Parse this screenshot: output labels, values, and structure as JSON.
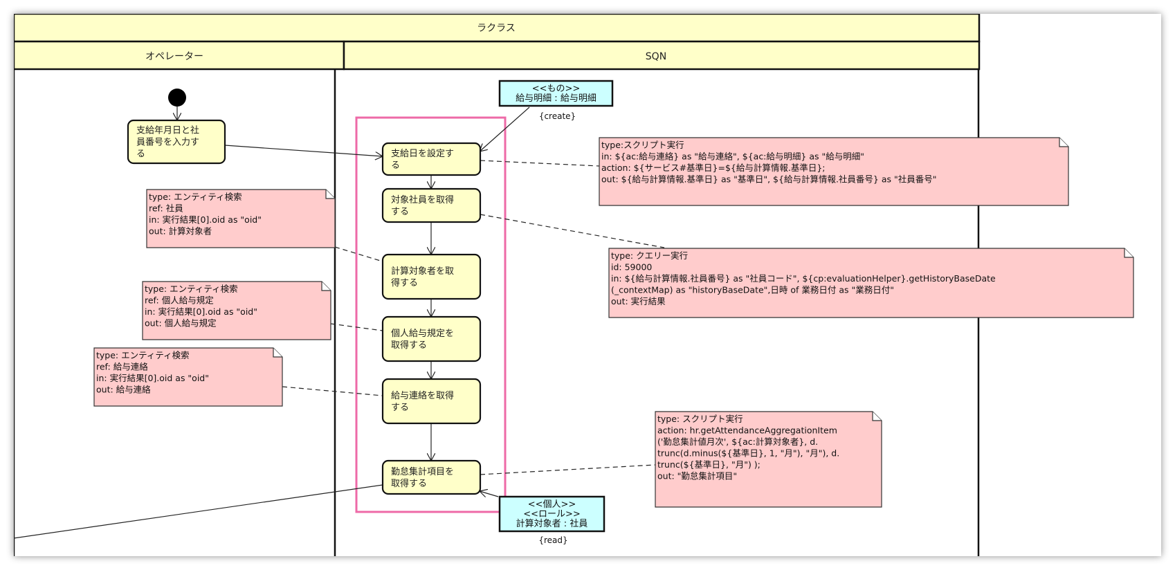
{
  "diagram": {
    "pool_title": "ラクラス",
    "lanes": [
      {
        "name": "オペレーター"
      },
      {
        "name": "SQN"
      }
    ],
    "colors": {
      "lane_header": "#ffffc9",
      "action_fill": "#ffffc9",
      "note_fill": "#ffcccc",
      "object_fill": "#ccffff",
      "highlight": "#ee6aa7"
    },
    "actions": [
      {
        "id": "input",
        "lines": [
          "支給年月日と社",
          "員番号を入力す",
          "る"
        ]
      },
      {
        "id": "set-payday",
        "lines": [
          "支給日を設定す",
          "る"
        ]
      },
      {
        "id": "get-employee",
        "lines": [
          "対象社員を取得",
          "する"
        ]
      },
      {
        "id": "get-target",
        "lines": [
          "計算対象者を取",
          "得する"
        ]
      },
      {
        "id": "get-rule",
        "lines": [
          "個人給与規定を",
          "取得する"
        ]
      },
      {
        "id": "get-contact",
        "lines": [
          "給与連絡を取得",
          "する"
        ]
      },
      {
        "id": "get-attendance",
        "lines": [
          "勤怠集計項目を",
          "取得する"
        ]
      }
    ],
    "objects": [
      {
        "id": "payslip",
        "lines": [
          "<<もの>>",
          "給与明細 : 給与明細"
        ],
        "constraint": "{create}"
      },
      {
        "id": "target-person",
        "lines": [
          "<<個人>>",
          "<<ロール>>",
          "計算対象者 : 社員"
        ],
        "constraint": "{read}"
      }
    ],
    "notes": [
      {
        "id": "note-script-1",
        "lines": [
          "type:スクリプト実行",
          "in: ${ac:給与連絡} as \"給与連絡\", ${ac:給与明細} as \"給与明細\"",
          "action: ${サービス#基準日}=${給与計算情報.基準日};",
          "out: ${給与計算情報.基準日} as \"基準日\", ${給与計算情報.社員番号} as \"社員番号\""
        ]
      },
      {
        "id": "note-entity-employee",
        "lines": [
          "type: エンティティ検索",
          "ref: 社員",
          "in: 実行結果[0].oid as \"oid\"",
          "out: 計算対象者"
        ]
      },
      {
        "id": "note-query",
        "lines": [
          "type: クエリー実行",
          "id: 59000",
          "in: ${給与計算情報.社員番号} as \"社員コード\", ${cp:evaluationHelper}.getHistoryBaseDate",
          "(_contextMap) as \"historyBaseDate\",日時 of 業務日付 as \"業務日付\"",
          "out: 実行結果"
        ]
      },
      {
        "id": "note-entity-rule",
        "lines": [
          "type: エンティティ検索",
          "ref: 個人給与規定",
          "in: 実行結果[0].oid as \"oid\"",
          "out: 個人給与規定"
        ]
      },
      {
        "id": "note-entity-contact",
        "lines": [
          "type: エンティティ検索",
          "ref: 給与連絡",
          "in: 実行結果[0].oid as \"oid\"",
          "out: 給与連絡"
        ]
      },
      {
        "id": "note-script-2",
        "lines": [
          "type: スクリプト実行",
          "action: hr.getAttendanceAggregationItem",
          "('勤怠集計値月次', ${ac:計算対象者}, d.",
          "trunc(d.minus(${基準日}, 1, \"月\"), \"月\"), d.",
          "trunc(${基準日}, \"月\") );",
          "out: \"勤怠集計項目\""
        ]
      }
    ]
  }
}
